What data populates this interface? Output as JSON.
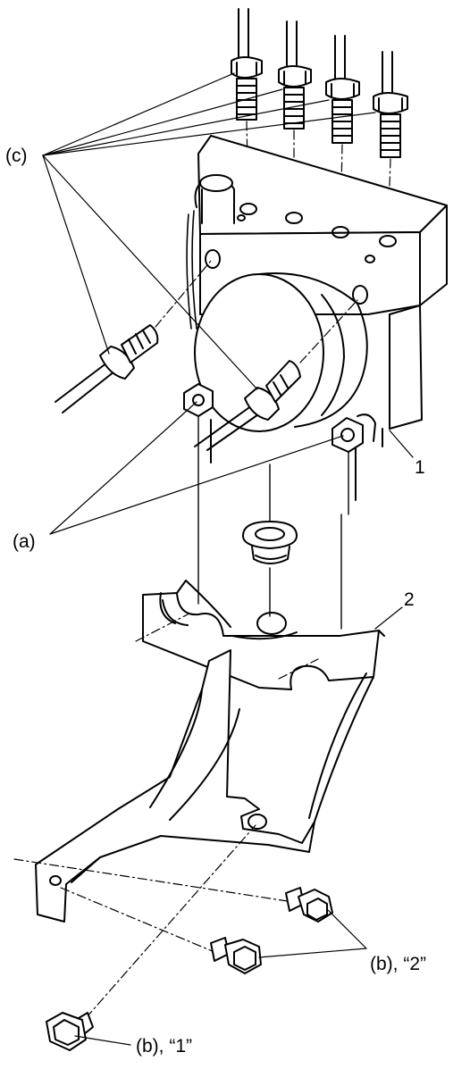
{
  "diagram": {
    "labels": {
      "c": "(c)",
      "a": "(a)",
      "part1": "1",
      "part2": "2",
      "b2": "(b), “2”",
      "b1": "(b), “1”"
    },
    "colors": {
      "ink": "#000000",
      "paper": "#ffffff"
    }
  }
}
